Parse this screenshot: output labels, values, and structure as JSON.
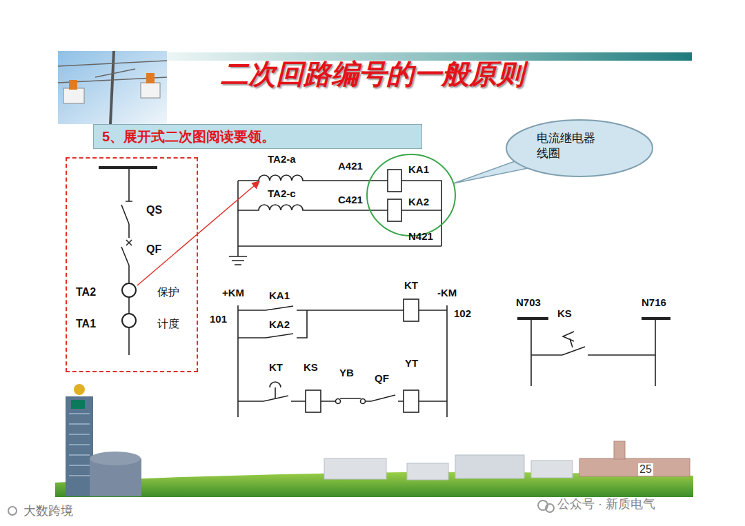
{
  "diagram": {
    "title": "二次回路编号的一般原则",
    "nodes": [
      {
        "text": [
          "5、展开式二次图阅读要领。"
        ]
      },
      {
        "text": [
          "QS",
          "QF",
          "TA2",
          "保护",
          "TA1",
          "计度"
        ]
      },
      {
        "text": [
          "KA1",
          "KA2"
        ]
      },
      {
        "text": [
          "电流继电器 线圈"
        ]
      }
    ],
    "edges": [
      {
        "from": 3,
        "to": 2,
        "arrow": "none"
      }
    ],
    "labels": [
      "TA2-a",
      "A421",
      "TA2-c",
      "C421",
      "N421",
      "+KM",
      "101",
      "KA1",
      "KA2",
      "KT",
      "-KM",
      "102",
      "KT",
      "KS",
      "YB",
      "QF",
      "YT",
      "N703",
      "KS",
      "N716",
      "25",
      "大数跨境",
      "公众号 · 新质电气"
    ]
  }
}
